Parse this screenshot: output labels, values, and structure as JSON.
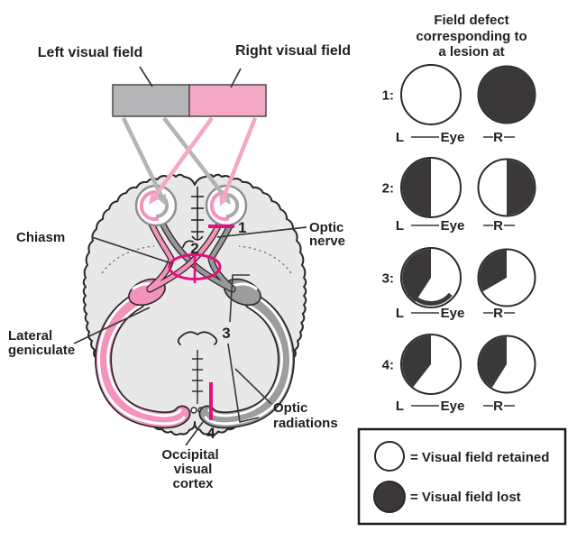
{
  "pathway": {
    "left_field_label": "Left visual field",
    "right_field_label": "Right visual field",
    "labels": {
      "chiasm": "Chiasm",
      "optic_nerve": [
        "Optic",
        "nerve"
      ],
      "lateral_geniculate": [
        "Lateral",
        "geniculate"
      ],
      "optic_radiations": [
        "Optic",
        "radiations"
      ],
      "occipital": [
        "Occipital",
        "visual",
        "cortex"
      ]
    },
    "lesions": [
      "1",
      "2",
      "3",
      "4"
    ],
    "colors": {
      "left_field_gray": "#b5b4b6",
      "right_field_pink": "#f5a8c6",
      "pathway_pink": "#f392bb",
      "pathway_gray": "#98989a",
      "lesion_magenta": "#e0107e",
      "brain_fill": "#e9e8e8",
      "outline_dark": "#2b2627"
    }
  },
  "panel": {
    "title": [
      "Field defect",
      "corresponding to",
      "a lesion at"
    ],
    "eye_axis": {
      "left": "L",
      "center": "Eye",
      "right": "R"
    },
    "colors": {
      "lost": "#3b3839",
      "retained": "#ffffff"
    },
    "rows": [
      {
        "label": "1:",
        "left": {
          "segments": []
        },
        "right": {
          "segments": [
            [
              0,
              360
            ]
          ]
        }
      },
      {
        "label": "2:",
        "left": {
          "segments": [
            [
              180,
              360
            ]
          ]
        },
        "right": {
          "segments": [
            [
              0,
              180
            ]
          ]
        }
      },
      {
        "label": "3:",
        "left": {
          "segments": [
            [
              213,
              360
            ]
          ],
          "rim": {
            "a0": 130,
            "a1": 218,
            "w": 5,
            "dr": -2
          }
        },
        "right": {
          "segments": [
            [
              240,
              360
            ]
          ],
          "rim": {
            "a0": 140,
            "a1": 215,
            "w": 1.5,
            "dr": 1
          }
        }
      },
      {
        "label": "4:",
        "left": {
          "segments": [
            [
              218,
              360
            ]
          ]
        },
        "right": {
          "segments": [
            [
              212,
              360
            ]
          ]
        }
      }
    ]
  },
  "legend": {
    "retained": "= Visual field retained",
    "lost": "= Visual field lost"
  }
}
